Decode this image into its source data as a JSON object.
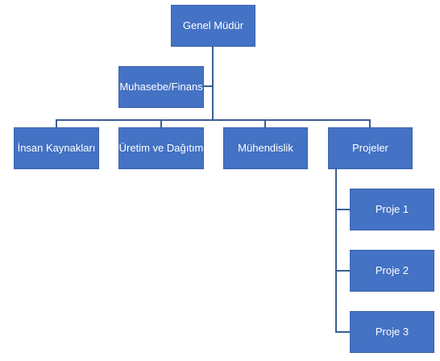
{
  "chart": {
    "root": "Genel Müdür",
    "assistant": "Muhasebe/Finans",
    "departments": [
      "İnsan Kaynakları",
      "Üretim ve Dağıtım",
      "Mühendislik",
      "Projeler"
    ],
    "projects": [
      "Proje 1",
      "Proje 2",
      "Proje 3"
    ]
  },
  "colors": {
    "box_fill": "#4472c4",
    "box_border": "#3b64ad",
    "box_text": "#ffffff",
    "connector": "#3b5e93"
  }
}
